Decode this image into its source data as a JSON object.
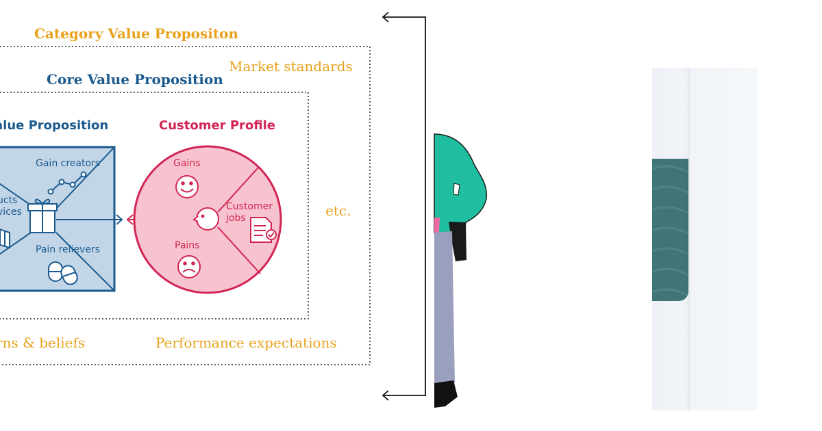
{
  "category": {
    "title": "Category Value Propositon",
    "market_standards": "Market standards",
    "etc": "etc.",
    "norms_beliefs": "rns & beliefs",
    "performance_expectations": "Performance expectations"
  },
  "core": {
    "title": "Core Value Proposition"
  },
  "value_proposition": {
    "title": "alue Proposition",
    "gain_creators": "Gain creators",
    "products_line1": "ucts",
    "products_line2": "vices",
    "pain_relievers": "Pain relievers"
  },
  "customer_profile": {
    "title": "Customer Profile",
    "gains": "Gains",
    "pains": "Pains",
    "jobs_line1": "Customer",
    "jobs_line2": "jobs"
  },
  "colors": {
    "orange": "#e8a21c",
    "navy": "#1b5a8f",
    "crimson": "#d22553",
    "vp_fill": "#c2d6e8",
    "cp_fill": "#f7c3cf",
    "teal": "#1fbea1",
    "pant": "#9b9fbe"
  },
  "icons": [
    "smile-icon",
    "frown-icon",
    "gift-icon",
    "pills-icon",
    "document-check-icon",
    "graph-icon",
    "face-icon"
  ]
}
